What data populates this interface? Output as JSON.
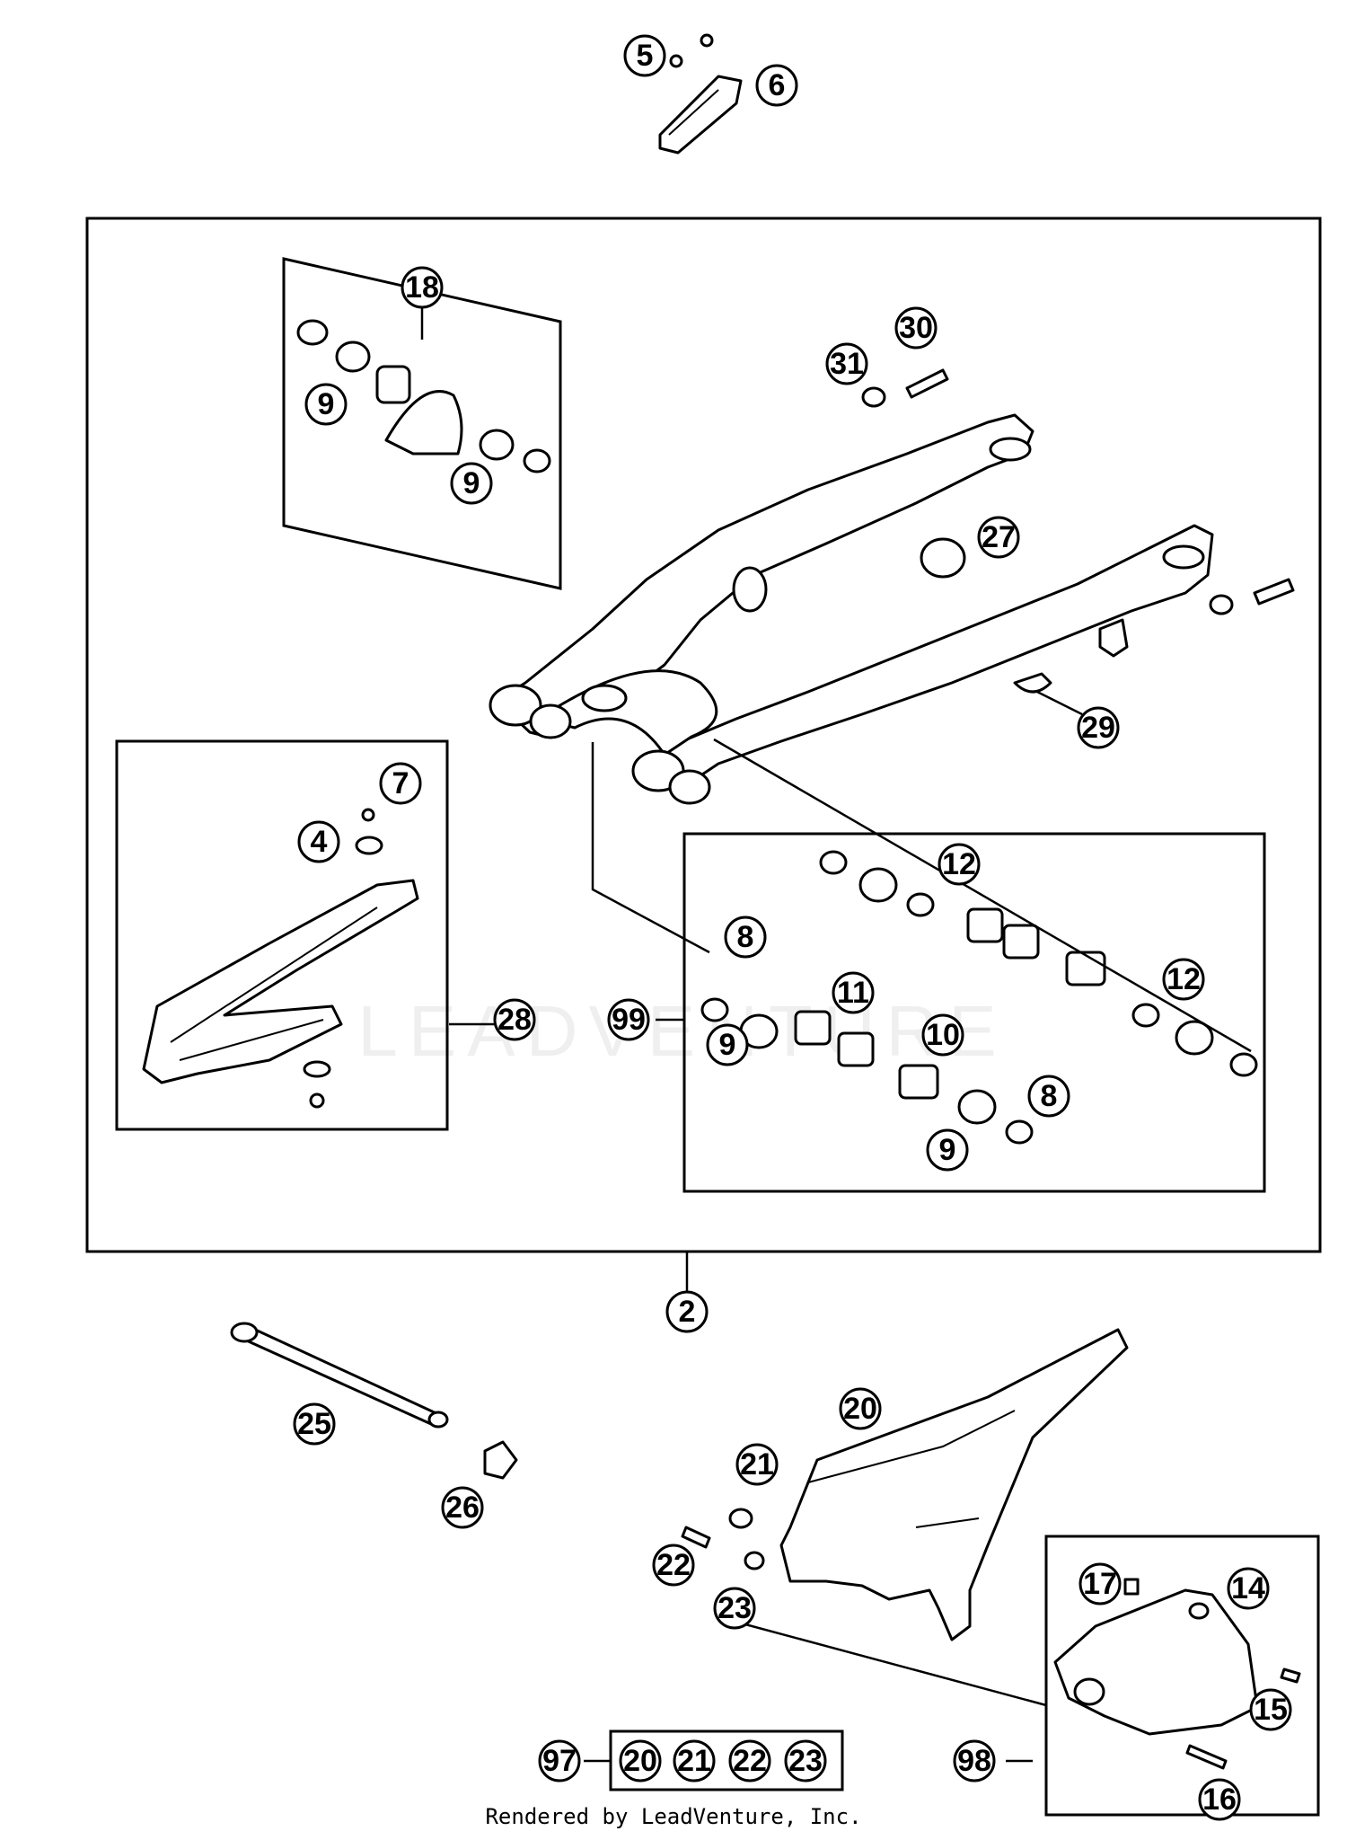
{
  "callouts": {
    "c2": "2",
    "c4": "4",
    "c5": "5",
    "c6": "6",
    "c7": "7",
    "c8a": "8",
    "c8b": "8",
    "c9a": "9",
    "c9b": "9",
    "c9c": "9",
    "c9d": "9",
    "c10": "10",
    "c11": "11",
    "c12a": "12",
    "c12b": "12",
    "c14": "14",
    "c15": "15",
    "c16": "16",
    "c17": "17",
    "c18": "18",
    "c20": "20",
    "c21": "21",
    "c22": "22",
    "c23": "23",
    "c25": "25",
    "c26": "26",
    "c27": "27",
    "c28": "28",
    "c29": "29",
    "c30": "30",
    "c31": "31",
    "c97": "97",
    "c98": "98",
    "c99": "99"
  },
  "kit97": [
    "20",
    "21",
    "22",
    "23"
  ],
  "watermark": "LEADVENTURE",
  "footer": "Rendered by LeadVenture, Inc."
}
